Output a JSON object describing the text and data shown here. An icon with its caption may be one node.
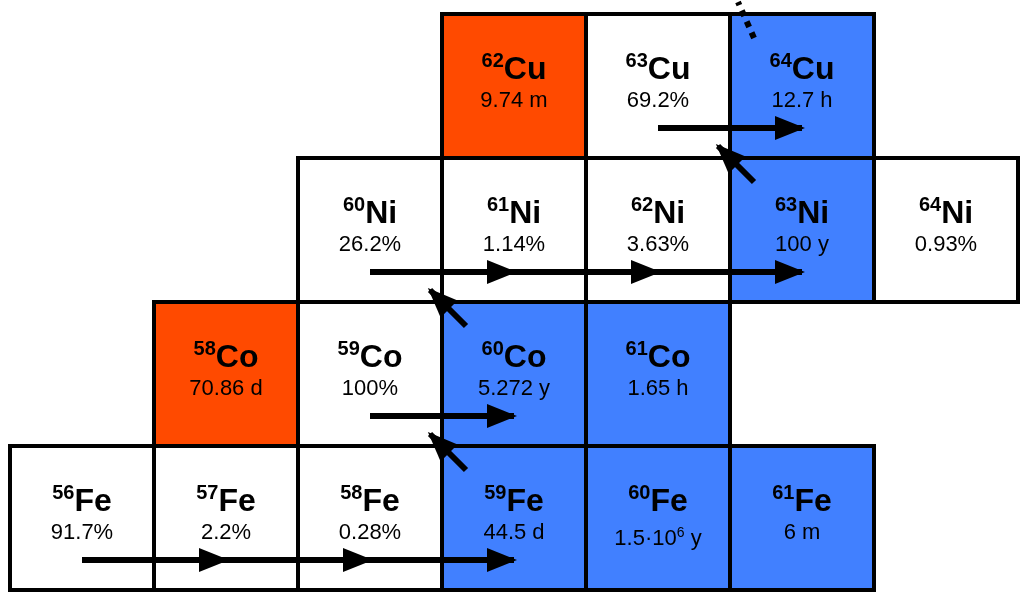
{
  "diagram": {
    "nodes": [
      {
        "text": [
          "$^{62}$Cu",
          "9.74 m"
        ]
      },
      {
        "text": [
          "$^{63}$Cu",
          "69.2%"
        ]
      },
      {
        "text": [
          "$^{64}$Cu",
          "12.7 h"
        ]
      },
      {
        "text": [
          "$^{60}$Ni",
          "26.2%"
        ]
      },
      {
        "text": [
          "$^{61}$Ni",
          "1.14%"
        ]
      },
      {
        "text": [
          "$^{62}$Ni",
          "3.63%"
        ]
      },
      {
        "text": [
          "$^{63}$Ni",
          "100 y"
        ]
      },
      {
        "text": [
          "$^{64}$Ni",
          "0.93%"
        ]
      },
      {
        "text": [
          "$^{58}$Co",
          "70.86 d"
        ]
      },
      {
        "text": [
          "$^{59}$Co",
          "100%"
        ]
      },
      {
        "text": [
          "$^{60}$Co",
          "5.272 y"
        ]
      },
      {
        "text": [
          "$^{61}$Co",
          "1.65 h"
        ]
      },
      {
        "text": [
          "$^{56}$Fe",
          "91.7%"
        ]
      },
      {
        "text": [
          "$^{57}$Fe",
          "2.2%"
        ]
      },
      {
        "text": [
          "$^{58}$Fe",
          "0.28%"
        ]
      },
      {
        "text": [
          "$^{59}$Fe",
          "44.5 d"
        ]
      },
      {
        "text": [
          "$^{60}$Fe",
          "1.5·10$^{6}$ y"
        ]
      },
      {
        "text": [
          "$^{61}$Fe",
          "6 m"
        ]
      }
    ],
    "edges": [
      {
        "from": 12,
        "to": 13,
        "arrow": "to"
      },
      {
        "from": 13,
        "to": 14,
        "arrow": "to"
      },
      {
        "from": 14,
        "to": 15,
        "arrow": "to"
      },
      {
        "from": 15,
        "to": 9,
        "arrow": "to"
      },
      {
        "from": 9,
        "to": 10,
        "arrow": "to"
      },
      {
        "from": 10,
        "to": 3,
        "arrow": "to"
      },
      {
        "from": 3,
        "to": 4,
        "arrow": "to"
      },
      {
        "from": 4,
        "to": 5,
        "arrow": "to"
      },
      {
        "from": 5,
        "to": 6,
        "arrow": "to"
      },
      {
        "from": 6,
        "to": 1,
        "arrow": "to"
      },
      {
        "from": 1,
        "to": 2,
        "arrow": "to"
      },
      {
        "from": 2,
        "to": null,
        "arrow": "none",
        "style": "dashed"
      }
    ]
  }
}
